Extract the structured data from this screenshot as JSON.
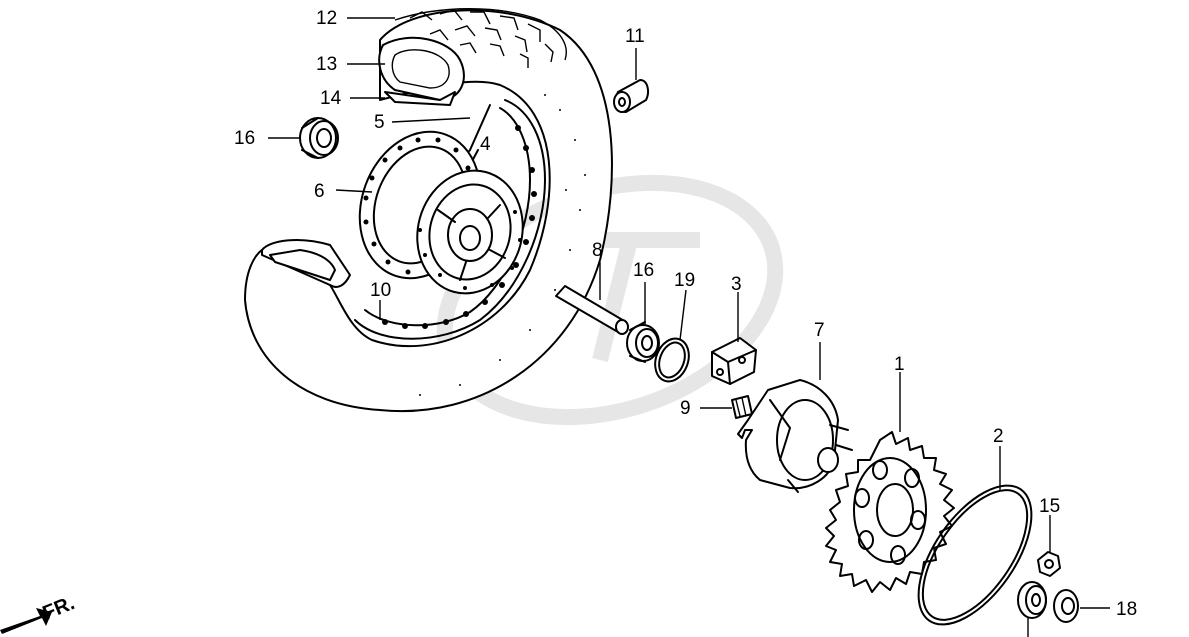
{
  "diagram": {
    "parts": [
      {
        "ref": "1"
      },
      {
        "ref": "2"
      },
      {
        "ref": "3"
      },
      {
        "ref": "4"
      },
      {
        "ref": "5"
      },
      {
        "ref": "6"
      },
      {
        "ref": "7"
      },
      {
        "ref": "8"
      },
      {
        "ref": "9"
      },
      {
        "ref": "10"
      },
      {
        "ref": "11"
      },
      {
        "ref": "12"
      },
      {
        "ref": "13"
      },
      {
        "ref": "14"
      },
      {
        "ref": "15"
      },
      {
        "ref": "16"
      },
      {
        "ref": "16"
      },
      {
        "ref": "18"
      },
      {
        "ref": "19"
      }
    ],
    "direction_marker": "FR."
  },
  "colors": {
    "line": "#000000",
    "background": "#ffffff",
    "watermark": "#e6e6e6"
  }
}
